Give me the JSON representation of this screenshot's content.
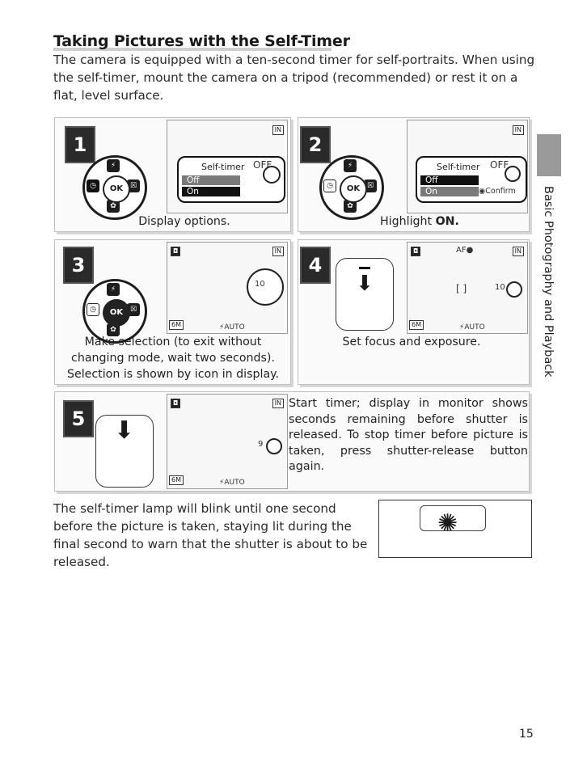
{
  "title": "Taking Pictures with the Self-Timer",
  "intro": "The camera is equipped with a ten-second timer for self-portraits. When using the self-timer, mount the camera on a tripod (recommended) or rest it on a flat, level surface.",
  "side_label": "Basic Photography and Playback",
  "steps": [
    {
      "number": "1",
      "caption": "Display options.",
      "menu": {
        "title": "Self-timer",
        "off": "Off",
        "on": "On",
        "state": "OFF"
      }
    },
    {
      "number": "2",
      "caption_prefix": "Highlight ",
      "caption_bold": "ON.",
      "menu": {
        "title": "Self-timer",
        "off": "Off",
        "on": "On",
        "state": "OFF",
        "confirm": "Confirm"
      }
    },
    {
      "number": "3",
      "caption": "Make selection (to exit without changing mode, wait two seconds). Selection is shown by icon in display.",
      "timer_value": "10",
      "image_size": "6M",
      "flash": "AUTO"
    },
    {
      "number": "4",
      "caption": "Set focus and exposure.",
      "af_label": "AF",
      "timer_value": "10",
      "image_size": "6M",
      "flash": "AUTO"
    },
    {
      "number": "5",
      "caption": "Start timer; display in monitor shows seconds remaining before shutter is released. To stop timer before picture is taken, press shutter-release button again.",
      "timer_value": "9",
      "image_size": "6M",
      "flash": "AUTO"
    }
  ],
  "pad_labels": {
    "ok": "OK"
  },
  "bottom_text": "The self-timer lamp will blink until one second before the picture is taken, staying lit during the final second to warn that the shutter is about to be released.",
  "page_number": "15"
}
